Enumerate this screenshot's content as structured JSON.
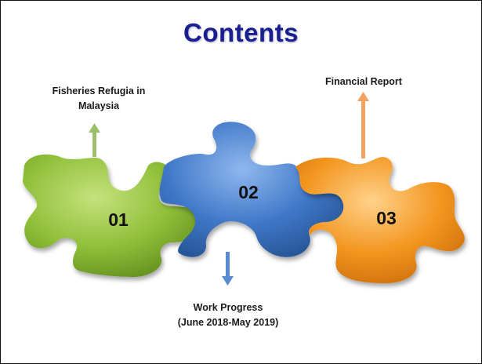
{
  "slide": {
    "title": "Contents",
    "items": [
      {
        "number": "01",
        "label_lines": [
          "Fisheries Refugia in",
          "Malaysia"
        ],
        "color": "#86b833"
      },
      {
        "number": "02",
        "label_lines": [
          "Work Progress",
          "(June 2018-May 2019)"
        ],
        "color": "#3f77c8"
      },
      {
        "number": "03",
        "label_lines": [
          "Financial Report"
        ],
        "color": "#f3951f"
      }
    ]
  }
}
